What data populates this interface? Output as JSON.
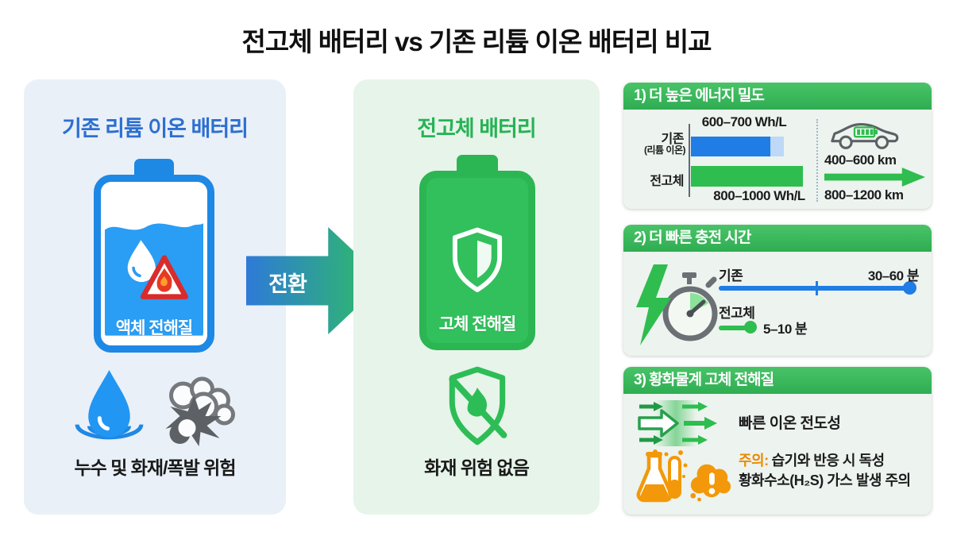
{
  "title": "전고체 배터리 vs 기존 리튬 이온 배터리 비교",
  "colors": {
    "blue_accent": "#1e88e5",
    "blue_liquid": "#2a9df4",
    "blue_header_text": "#2e6fd0",
    "green_accent": "#2ebd4e",
    "green_header_text": "#27b356",
    "card_header_green": "#3cbd60",
    "orange_accent": "#f2980a",
    "warning_red": "#d92b2b",
    "left_panel_bg": "#e9f0f8",
    "mid_panel_bg": "#e7f4e9",
    "card_body_bg": "#edf3ee"
  },
  "left_panel": {
    "title": "기존 리튬 이온 배터리",
    "battery_label": "액체 전해질",
    "caption": "누수 및 화재/폭발 위험",
    "icons": [
      "battery-liquid-icon",
      "warning-flame-triangle-icon",
      "leak-droplet-icon",
      "explosion-icon"
    ]
  },
  "transition_arrow": {
    "label": "전환"
  },
  "center_panel": {
    "title": "전고체 배터리",
    "battery_label": "고체 전해질",
    "caption": "화재 위험 없음",
    "icons": [
      "battery-solid-icon",
      "shield-icon",
      "no-fire-shield-icon"
    ]
  },
  "cards": {
    "energy_density": {
      "header": "1) 더 높은 에너지 밀도",
      "rows": [
        {
          "label": "기존",
          "sublabel": "(리튬 이온)",
          "value": "600–700 Wh/L"
        },
        {
          "label": "전고체",
          "sublabel": "",
          "value": "800–1000 Wh/L"
        }
      ],
      "driving_range": {
        "existing": "400–600 km",
        "solid_state": "800–1200 km"
      },
      "icons": [
        "ev-car-battery-icon",
        "range-arrow-icon"
      ]
    },
    "charging_time": {
      "header": "2) 더 빠른 충전 시간",
      "rows": [
        {
          "label": "기존",
          "value": "30–60 분"
        },
        {
          "label": "전고체",
          "value": "5–10 분"
        }
      ],
      "icons": [
        "lightning-stopwatch-icon"
      ]
    },
    "sulfide": {
      "header": "3) 황화물계 고체 전해질",
      "benefit": "빠른 이온 전도성",
      "warning_prefix": "주의:",
      "warning_line1": "습기와 반응 시 독성",
      "warning_line2": "황화수소(H₂S) 가스 발생 주의",
      "icons": [
        "ion-arrows-icon",
        "flask-icon",
        "warning-cloud-icon"
      ]
    }
  },
  "chart_data": [
    {
      "type": "bar",
      "title": "1) 더 높은 에너지 밀도",
      "categories": [
        "기존 (리튬 이온)",
        "전고체"
      ],
      "series": [
        {
          "name": "에너지 밀도 (Wh/L)",
          "values": [
            [
              600,
              700
            ],
            [
              800,
              1000
            ]
          ]
        }
      ],
      "value_labels": [
        "600–700 Wh/L",
        "800–1000 Wh/L"
      ],
      "driving_range_km": {
        "기존": [
          400,
          600
        ],
        "전고체": [
          800,
          1200
        ]
      }
    },
    {
      "type": "bar",
      "title": "2) 더 빠른 충전 시간",
      "categories": [
        "기존",
        "전고체"
      ],
      "series": [
        {
          "name": "충전 시간 (분)",
          "values": [
            [
              30,
              60
            ],
            [
              5,
              10
            ]
          ]
        }
      ],
      "value_labels": [
        "30–60 분",
        "5–10 분"
      ]
    }
  ]
}
